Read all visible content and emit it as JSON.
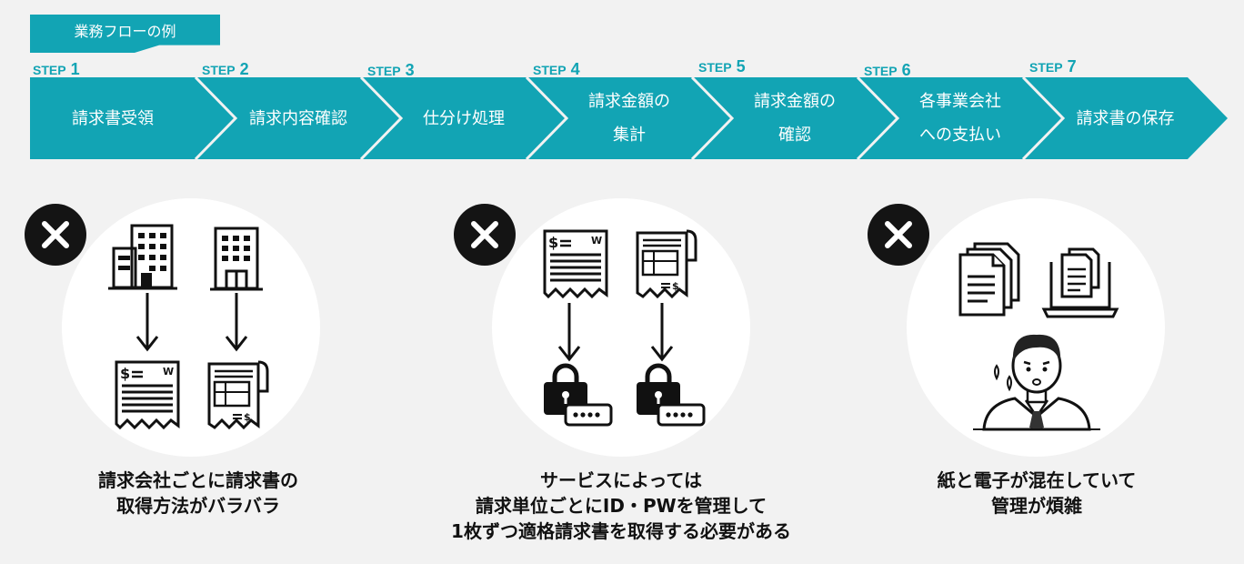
{
  "header_tag": "業務フローの例",
  "steps": [
    {
      "label": "STEP",
      "num": "1",
      "text": "請求書受領"
    },
    {
      "label": "STEP",
      "num": "2",
      "text": "請求内容確認"
    },
    {
      "label": "STEP",
      "num": "3",
      "text": "仕分け処理"
    },
    {
      "label": "STEP",
      "num": "4",
      "text": "請求金額の\n集計"
    },
    {
      "label": "STEP",
      "num": "5",
      "text": "請求金額の\n確認"
    },
    {
      "label": "STEP",
      "num": "6",
      "text": "各事業会社\nへの支払い"
    },
    {
      "label": "STEP",
      "num": "7",
      "text": "請求書の保存"
    }
  ],
  "problems": [
    {
      "caption": "請求会社ごとに請求書の\n取得方法がバラバラ"
    },
    {
      "caption": "サービスによっては\n請求単位ごとにID・PWを管理して\n1枚ずつ適格請求書を取得する必要がある"
    },
    {
      "caption": "紙と電子が混在していて\n管理が煩雑"
    }
  ],
  "colors": {
    "accent": "#12a4b4",
    "background": "#f2f2f2",
    "badge": "#141414"
  },
  "icons": [
    "close-icon",
    "office-building-icon",
    "invoice-receipt-icon",
    "arrow-down-icon",
    "padlock-icon",
    "password-field-icon",
    "paper-documents-icon",
    "laptop-document-icon",
    "worried-person-icon"
  ]
}
